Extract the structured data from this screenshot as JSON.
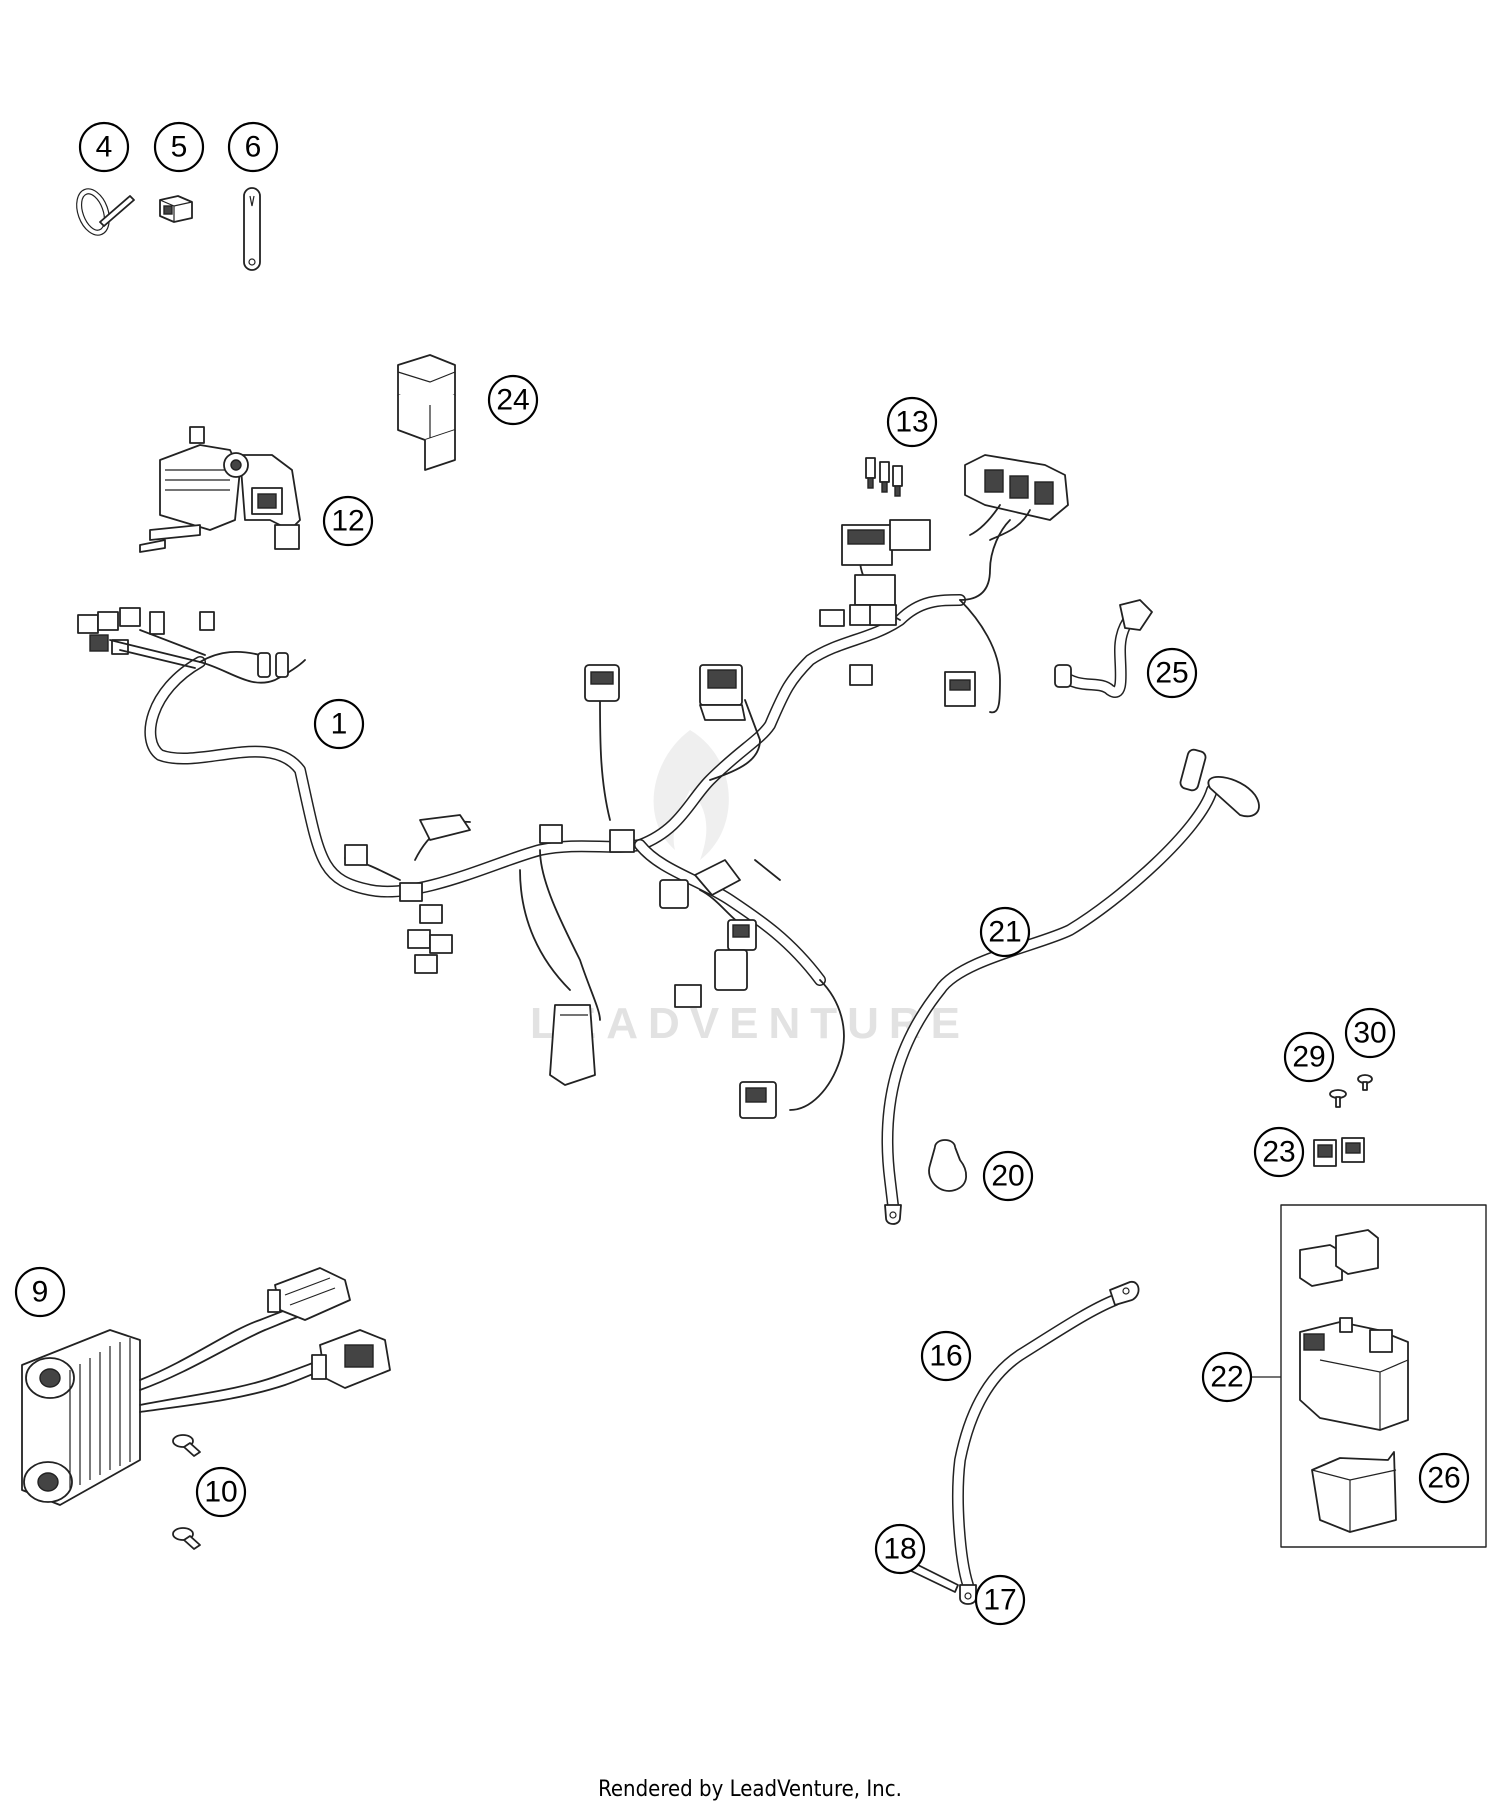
{
  "diagram": {
    "callouts": [
      "1",
      "4",
      "5",
      "6",
      "9",
      "10",
      "12",
      "13",
      "16",
      "17",
      "18",
      "20",
      "21",
      "22",
      "23",
      "24",
      "25",
      "26",
      "29",
      "30"
    ],
    "watermark": "LEADVENTURE"
  },
  "footer": {
    "text": "Rendered by LeadVenture, Inc."
  }
}
